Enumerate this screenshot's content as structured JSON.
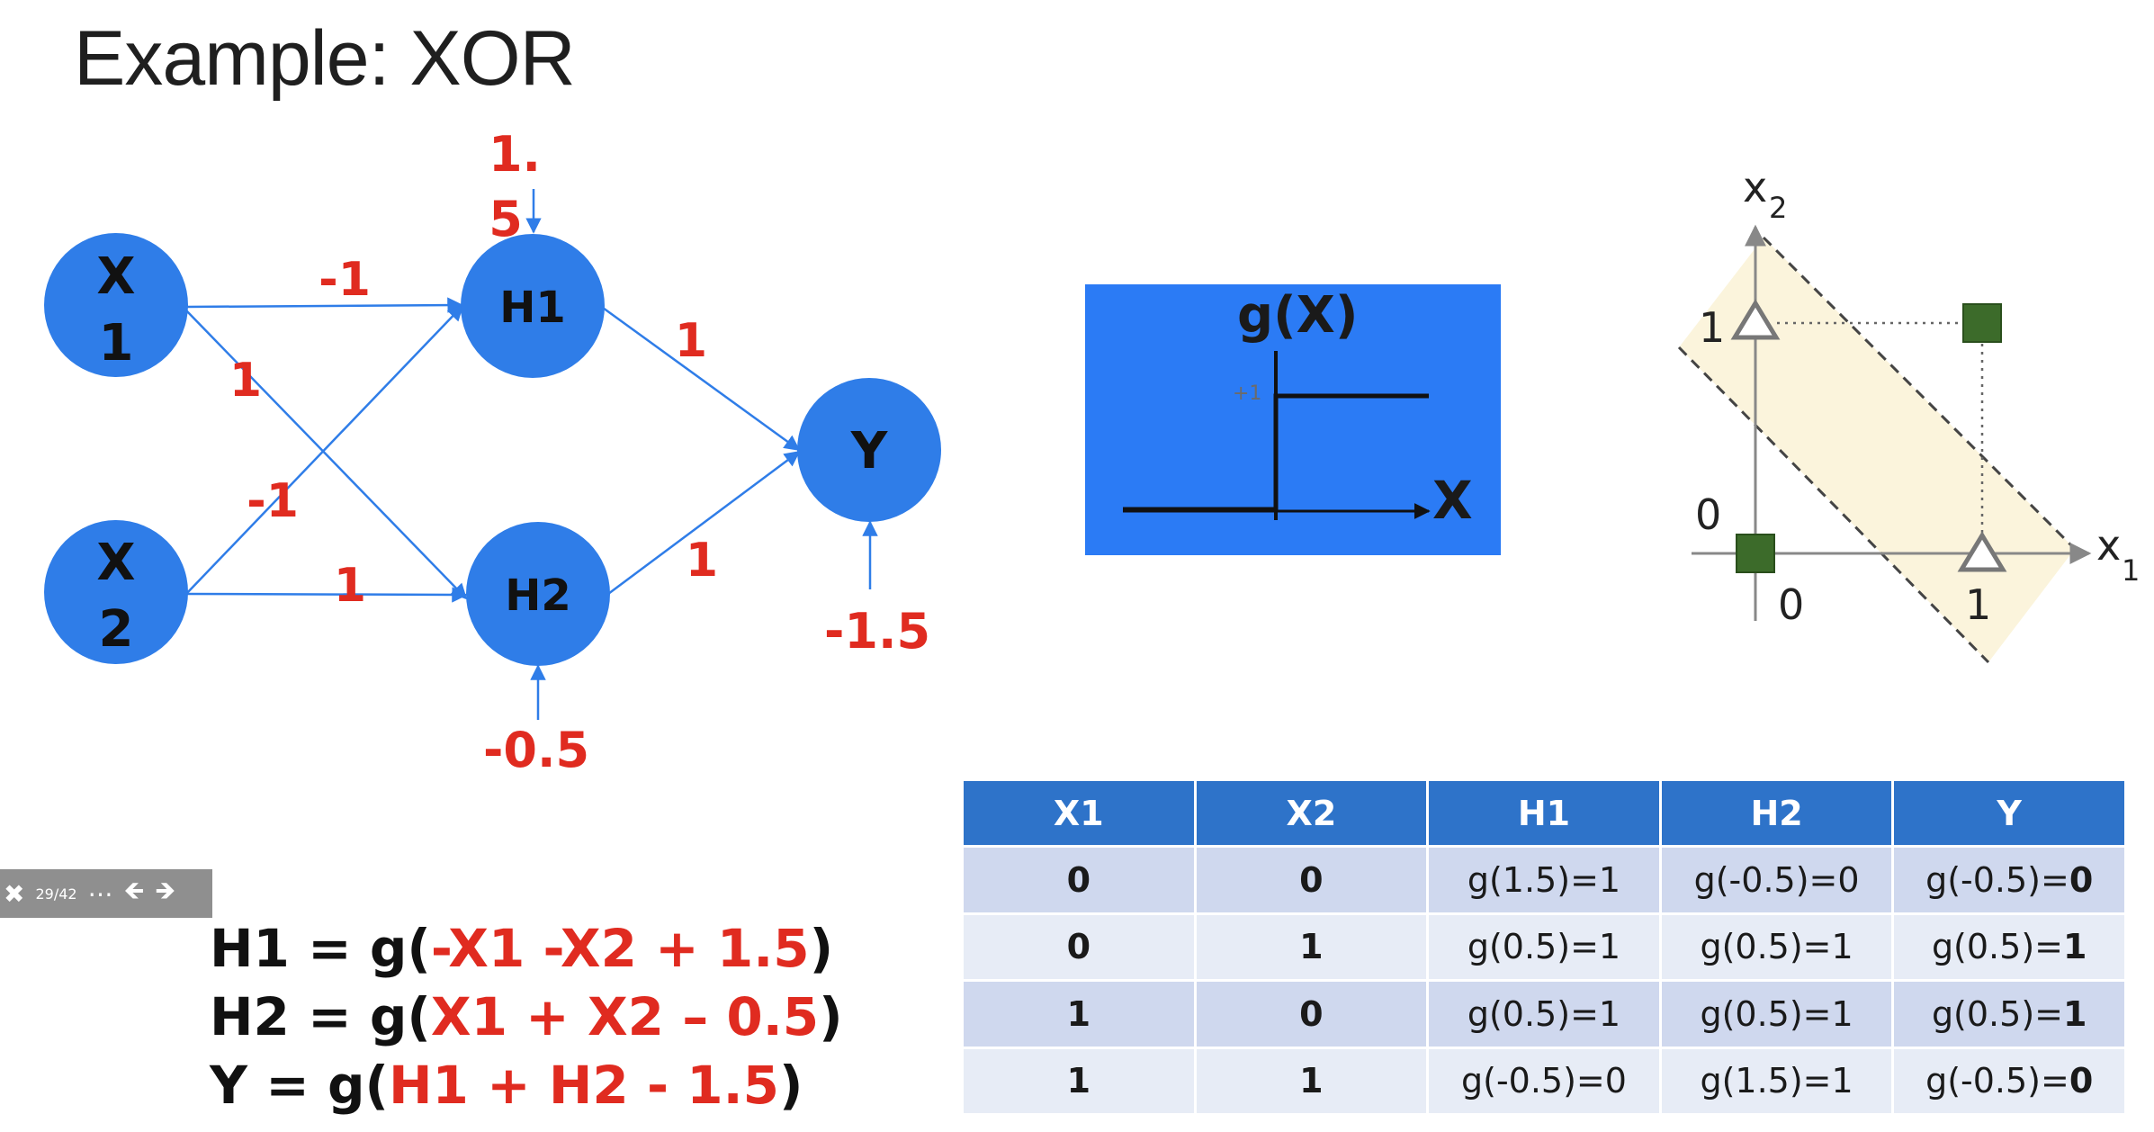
{
  "title": "Example: XOR",
  "network": {
    "nodes": {
      "x1": {
        "line1": "X",
        "line2": "1"
      },
      "x2": {
        "line1": "X",
        "line2": "2"
      },
      "h1": "H1",
      "h2": "H2",
      "y": "Y"
    },
    "weights": {
      "x1_h1": "-1",
      "x1_h2": "1",
      "x2_h1": "-1",
      "x2_h2": "1",
      "h1_y": "1",
      "h2_y": "1"
    },
    "biases": {
      "h1_line1": "1.",
      "h1_line2": "5",
      "h2": "-0.5",
      "y": "-1.5"
    },
    "node_color": "#2f7de8",
    "weight_color": "#e02b20"
  },
  "activation": {
    "title": "g(X)",
    "x_label": "X",
    "plus_one_label": "+1",
    "box_color": "#2b7bf5"
  },
  "xor_plot": {
    "x_axis_label": "x",
    "x_axis_sub": "1",
    "y_axis_label": "x",
    "y_axis_sub": "2",
    "ticks": {
      "x0": "0",
      "x1": "1",
      "y0": "0",
      "y1": "1"
    },
    "band_color": "#fbf4dc",
    "square_color": "#3c6b2a"
  },
  "table": {
    "headers": [
      "X1",
      "X2",
      "H1",
      "H2",
      "Y"
    ],
    "rows": [
      {
        "x1": "0",
        "x2": "0",
        "h1": "g(1.5)=1",
        "h2": "g(-0.5)=0",
        "y_pre": "g(-0.5)=",
        "y_res": "0"
      },
      {
        "x1": "0",
        "x2": "1",
        "h1": "g(0.5)=1",
        "h2": "g(0.5)=1",
        "y_pre": "g(0.5)=",
        "y_res": "1"
      },
      {
        "x1": "1",
        "x2": "0",
        "h1": "g(0.5)=1",
        "h2": "g(0.5)=1",
        "y_pre": "g(0.5)=",
        "y_res": "1"
      },
      {
        "x1": "1",
        "x2": "1",
        "h1": "g(-0.5)=0",
        "h2": "g(1.5)=1",
        "y_pre": "g(-0.5)=",
        "y_res": "0"
      }
    ]
  },
  "toolbar": {
    "page_fraction": "29/42",
    "icons": [
      "close-icon",
      "page-counter",
      "more-icon",
      "prev-arrow-icon",
      "next-arrow-icon"
    ]
  },
  "equations": {
    "h1": {
      "lhs": "H1 = g(",
      "rhs": "-X1 -X2 + 1.5",
      "close": ")"
    },
    "h2": {
      "lhs": "H2 = g(",
      "rhs": "X1 + X2 – 0.5",
      "close": ")"
    },
    "y": {
      "lhs": "Y = g(",
      "rhs": "H1 + H2 - 1.5",
      "close": ")"
    }
  }
}
